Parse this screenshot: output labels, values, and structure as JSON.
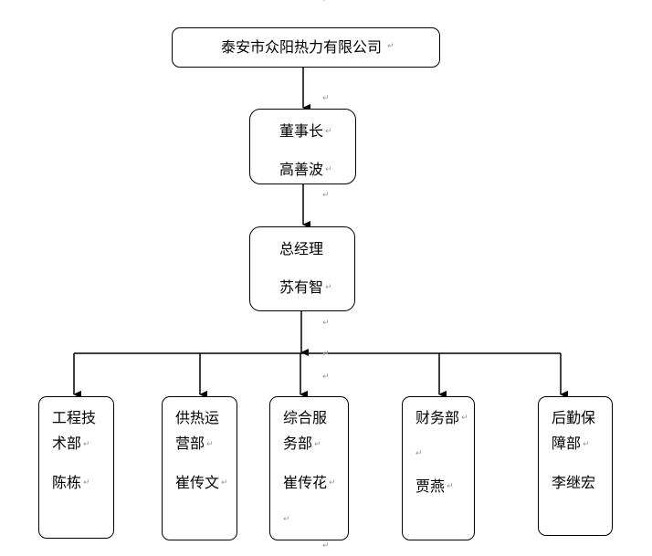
{
  "company": {
    "name": "泰安市众阳热力有限公司"
  },
  "chairman": {
    "title": "董事长",
    "person": "高善波"
  },
  "general_manager": {
    "title": "总经理",
    "person": "苏有智"
  },
  "departments": [
    {
      "line1": "工程技",
      "line2": "术部",
      "person": "陈栋"
    },
    {
      "line1": "供热运",
      "line2": "营部",
      "person": "崔传文"
    },
    {
      "line1": "综合服",
      "line2": "务部",
      "person": "崔传花"
    },
    {
      "line1": "财务部",
      "line2": "",
      "person": "贾燕"
    },
    {
      "line1": "后勤保",
      "line2": "障部",
      "person": "李继宏"
    }
  ],
  "paragraph_mark": "↵"
}
